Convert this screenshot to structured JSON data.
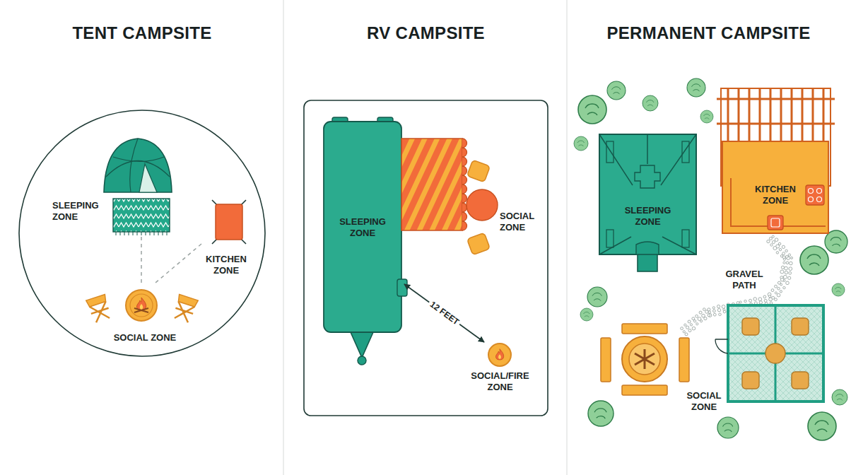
{
  "diagram": {
    "nodes": [
      {
        "text": [
          "TENT CAMPSITE"
        ]
      },
      {
        "text": [
          "SLEEPING ZONE"
        ],
        "in": 0
      },
      {
        "text": [
          "KITCHEN ZONE"
        ],
        "in": 0
      },
      {
        "text": [
          "SOCIAL ZONE"
        ],
        "in": 0
      },
      {
        "text": [
          "RV CAMPSITE"
        ]
      },
      {
        "text": [
          "SLEEPING ZONE"
        ],
        "in": 4
      },
      {
        "text": [
          "SOCIAL ZONE"
        ],
        "in": 4
      },
      {
        "text": [
          "SOCIAL/FIRE ZONE"
        ],
        "in": 4
      },
      {
        "text": [
          "SLEEPING ZONE"
        ]
      },
      {
        "text": [
          "KITCHEN ZONE"
        ]
      },
      {
        "text": [
          "SOCIAL ZONE"
        ]
      }
    ],
    "edges": [
      {
        "from": 1,
        "to": 3,
        "arrow": "none"
      },
      {
        "from": 2,
        "to": 3,
        "arrow": "none"
      },
      {
        "from": 5,
        "to": 7,
        "label": "12 FEET",
        "arrow": "both"
      }
    ],
    "labels": [
      "PERMANENT CAMPSITE",
      "GRAVEL PATH"
    ]
  }
}
